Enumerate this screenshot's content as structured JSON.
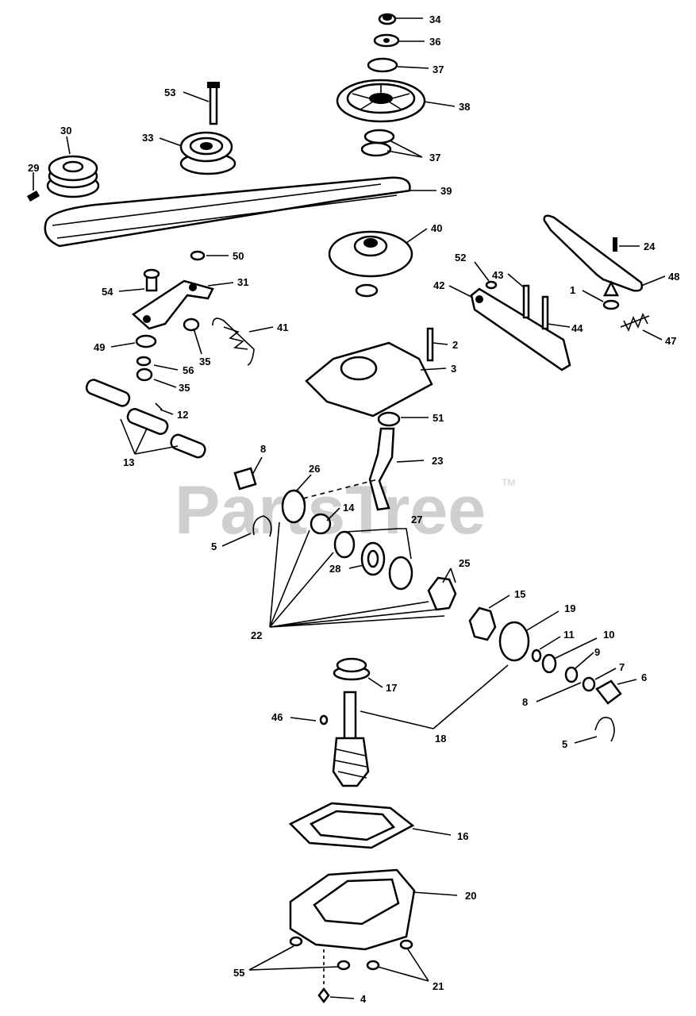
{
  "watermark": {
    "text": "PartsTree",
    "trademark": "TM"
  },
  "callouts": [
    "34",
    "36",
    "37",
    "38",
    "37",
    "53",
    "33",
    "30",
    "29",
    "39",
    "40",
    "50",
    "24",
    "48",
    "52",
    "43",
    "42",
    "1",
    "44",
    "47",
    "54",
    "31",
    "41",
    "49",
    "35",
    "56",
    "35",
    "2",
    "3",
    "12",
    "51",
    "13",
    "8",
    "23",
    "26",
    "14",
    "5",
    "27",
    "28",
    "25",
    "22",
    "15",
    "19",
    "11",
    "10",
    "9",
    "7",
    "6",
    "17",
    "8",
    "46",
    "18",
    "5",
    "16",
    "20",
    "55",
    "21",
    "4"
  ]
}
